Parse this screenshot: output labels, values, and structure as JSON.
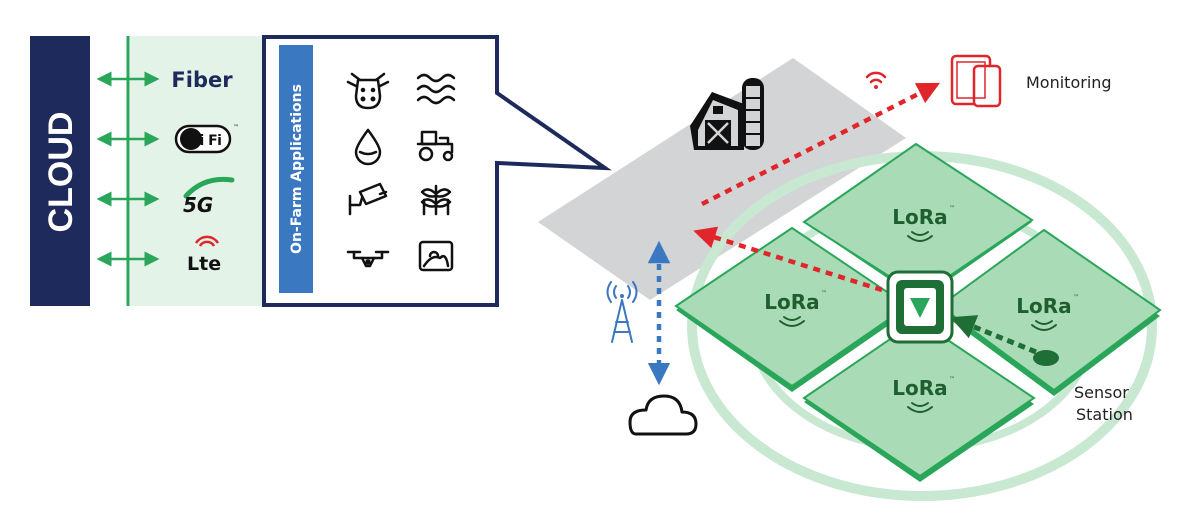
{
  "cloud": {
    "label": "CLOUD"
  },
  "connectivity": {
    "fiber": "Fiber",
    "wifi": "Wi Fi",
    "wifi_tm": "™",
    "five_g": "5G",
    "lte": "Lte"
  },
  "applications": {
    "title": "On-Farm Applications",
    "icons": [
      "cow-icon",
      "wave-icon",
      "water-drop-icon",
      "tractor-icon",
      "camera-icon",
      "crop-icon",
      "drone-icon",
      "weather-display-icon"
    ]
  },
  "lora": {
    "label": "LoRa",
    "mark": "™"
  },
  "labels": {
    "monitoring": "Monitoring",
    "sensor_line1": "Sensor",
    "sensor_line2": "Station"
  },
  "colors": {
    "navy": "#1f2a5c",
    "green": "#2aa65a",
    "light_green": "#e4f3e8",
    "blue": "#3a78c2",
    "red": "#e0262b",
    "dark_green": "#1f6e35"
  }
}
